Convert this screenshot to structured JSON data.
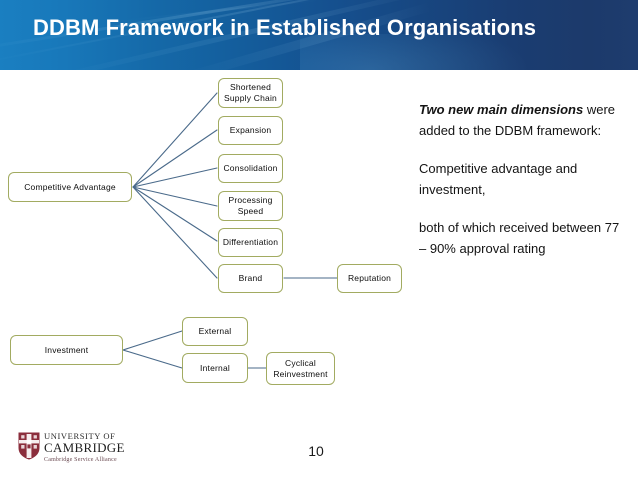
{
  "slide": {
    "title": "DDBM Framework in Established Organisations",
    "page_number": "10",
    "accent_blue": "#15508f",
    "node_border": "#a2ab61",
    "wire_color": "#4a6a8a"
  },
  "diagram": {
    "competitive": {
      "root_label": "Competitive Advantage",
      "branches": [
        {
          "label": "Shortened\nSupply Chain",
          "name": "node-shortened-supply-chain"
        },
        {
          "label": "Expansion",
          "name": "node-expansion"
        },
        {
          "label": "Consolidation",
          "name": "node-consolidation"
        },
        {
          "label": "Processing\nSpeed",
          "name": "node-processing-speed"
        },
        {
          "label": "Differentiation",
          "name": "node-differentiation"
        },
        {
          "label": "Brand",
          "name": "node-brand"
        }
      ],
      "sub_branches": [
        {
          "label": "Reputation",
          "parent": "Brand",
          "name": "node-reputation"
        }
      ]
    },
    "investment": {
      "root_label": "Investment",
      "branches": [
        {
          "label": "External",
          "name": "node-external"
        },
        {
          "label": "Internal",
          "name": "node-internal"
        }
      ],
      "sub_branches": [
        {
          "label": "Cyclical\nReinvestment",
          "parent": "Internal",
          "name": "node-cyclical-reinvestment"
        }
      ]
    }
  },
  "notes": {
    "lead": "Two new main dimensions",
    "lead_rest": " were added to the DDBM framework:",
    "paragraph2": "Competitive advantage and investment,",
    "paragraph3": "both of which received between 77 – 90% approval rating"
  },
  "footer": {
    "university_line": "UNIVERSITY OF",
    "cambridge_line": "CAMBRIDGE",
    "alliance_line": "Cambridge Service Alliance",
    "crest_color": "#8b2e3c"
  }
}
